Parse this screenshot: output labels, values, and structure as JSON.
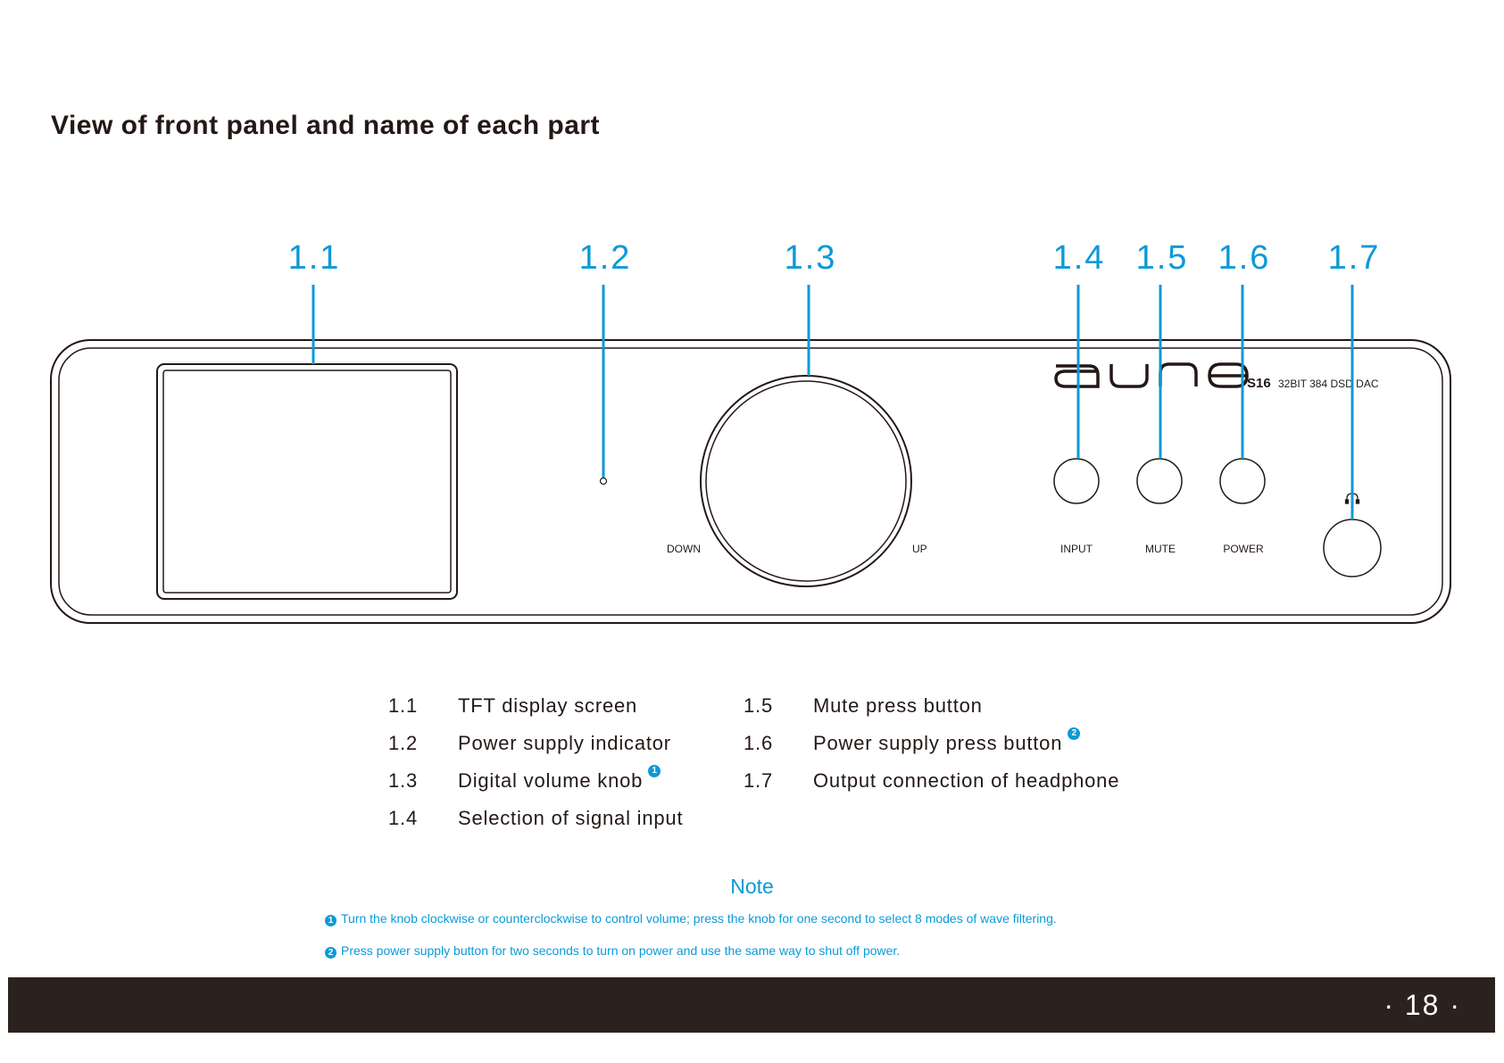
{
  "title": "View of front panel and name of each part",
  "callouts": [
    "1.1",
    "1.2",
    "1.3",
    "1.4",
    "1.5",
    "1.6",
    "1.7"
  ],
  "panel": {
    "brand": "aune",
    "model": "S16",
    "model_desc": "32BIT 384 DSD DAC",
    "knob_left_label": "DOWN",
    "knob_right_label": "UP",
    "buttons": [
      "INPUT",
      "MUTE",
      "POWER"
    ],
    "headphone_icon": "headphone-icon"
  },
  "legend": [
    {
      "num": "1.1",
      "text": "TFT display screen",
      "note": ""
    },
    {
      "num": "1.2",
      "text": "Power supply indicator",
      "note": ""
    },
    {
      "num": "1.3",
      "text": "Digital volume knob",
      "note": "1"
    },
    {
      "num": "1.4",
      "text": "Selection of signal input",
      "note": ""
    },
    {
      "num": "1.5",
      "text": "Mute press button",
      "note": ""
    },
    {
      "num": "1.6",
      "text": "Power supply press button",
      "note": "2"
    },
    {
      "num": "1.7",
      "text": "Output connection of headphone",
      "note": ""
    }
  ],
  "note": {
    "title": "Note",
    "items": [
      {
        "marker": "1",
        "text": "Turn the knob clockwise or counterclockwise to control volume; press the knob for one second to select 8 modes of wave filtering."
      },
      {
        "marker": "2",
        "text": "Press power supply button for two seconds to turn on power and use the same way to shut off power."
      }
    ]
  },
  "page_number": "· 18 ·",
  "colors": {
    "accent": "#0b9ad7",
    "text": "#231815",
    "footer": "#2b2220"
  }
}
